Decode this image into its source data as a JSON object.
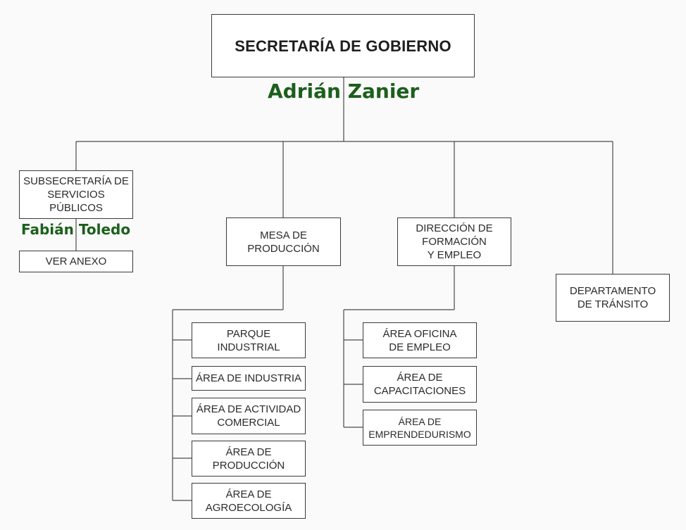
{
  "chart": {
    "root": {
      "title": "SECRETARÍA DE GOBIERNO",
      "person": "Adrián Zanier"
    },
    "subsecretaria": {
      "title": "SUBSECRETARÍA DE\nSERVICIOS\nPÚBLICOS",
      "person": "Fabián Toledo"
    },
    "ver_anexo": "VER ANEXO",
    "mesa": {
      "title": "MESA DE\nPRODUCCIÓN",
      "children": [
        "PARQUE\nINDUSTRIAL",
        "ÁREA DE INDUSTRIA",
        "ÁREA DE ACTIVIDAD\nCOMERCIAL",
        "ÁREA DE\nPRODUCCIÓN",
        "ÁREA DE\nAGROECOLOGÍA"
      ]
    },
    "direccion": {
      "title": "DIRECCIÓN DE\nFORMACIÓN\nY EMPLEO",
      "children": [
        "ÁREA OFICINA\nDE EMPLEO",
        "ÁREA DE\nCAPACITACIONES",
        "ÁREA DE\nEMPRENDEDURISMO"
      ]
    },
    "transito": {
      "title": "DEPARTAMENTO\nDE TRÁNSITO"
    }
  },
  "colors": {
    "line": "#4a4a4a",
    "box_border": "#3a3a3a",
    "person_text": "#1c5f1c"
  }
}
